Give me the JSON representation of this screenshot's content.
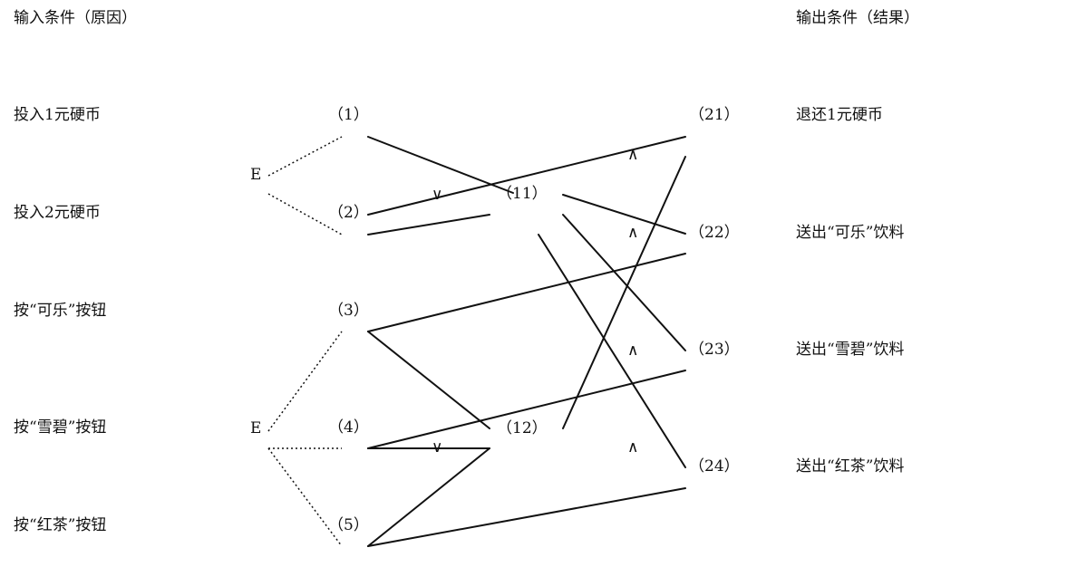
{
  "headers": {
    "inputs": "输入条件（原因）",
    "outputs": "输出条件（结果）"
  },
  "causes": [
    {
      "label": "投入1元硬币",
      "node": "（1）"
    },
    {
      "label": "投入2元硬币",
      "node": "（2）"
    },
    {
      "label": "按“可乐”按钮",
      "node": "（3）"
    },
    {
      "label": "按“雪碧”按钮",
      "node": "（4）"
    },
    {
      "label": "按“红茶”按钮",
      "node": "（5）"
    }
  ],
  "intermediates": [
    "（11）",
    "（12）"
  ],
  "effects": [
    {
      "label": "退还1元硬币",
      "node": "（21）"
    },
    {
      "label": "送出“可乐”饮料",
      "node": "（22）"
    },
    {
      "label": "送出“雪碧”饮料",
      "node": "（23）"
    },
    {
      "label": "送出“红茶”饮料",
      "node": "（24）"
    }
  ],
  "constraints": [
    "E",
    "E"
  ],
  "operators": {
    "or": [
      "∨",
      "∨"
    ],
    "and": [
      "∧",
      "∧",
      "∧",
      "∧"
    ]
  },
  "colors": {
    "line": "#111111",
    "background": "#ffffff"
  }
}
